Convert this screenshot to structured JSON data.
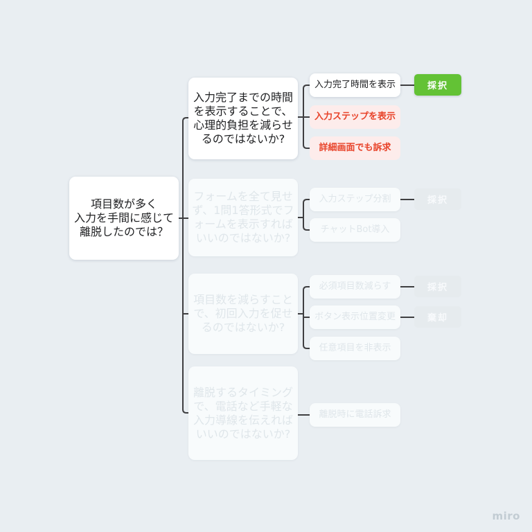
{
  "app": {
    "watermark": "miro"
  },
  "colors": {
    "background": "#e9eef2",
    "accent_green": "#63c235",
    "accent_red": "#e8432a",
    "highlight_red_bg": "#fdeceb",
    "connector": "#3e3e40",
    "faded_text": "#dfe6ea"
  },
  "root_node": {
    "label": "項目数が多く\n入力を手間に感じて\n離脱したのでは？"
  },
  "hypotheses": [
    {
      "label": "入力完了までの時間\nを表示することで、\n心理的負担を減らせ\nるのではないか?",
      "state": "active"
    },
    {
      "label": "フォームを全て見せ\nず、1問1答形式でフ\nォームを表示すれば\nいいのではないか?",
      "state": "faded"
    },
    {
      "label": "項目数を減らすこと\nで、初回入力を促せ\nるのではないか?",
      "state": "faded"
    },
    {
      "label": "離脱するタイミング\nで、電話など手軽な\n入力導線を伝えれば\nいいのではないか?",
      "state": "faded"
    }
  ],
  "solutions": [
    {
      "label": "入力完了時間を表示",
      "style": "neutral",
      "state": "active"
    },
    {
      "label": "入力ステップを表示",
      "style": "highlight-red",
      "state": "active"
    },
    {
      "label": "詳細画面でも訴求",
      "style": "highlight-red",
      "state": "active"
    },
    {
      "label": "入力ステップ分割",
      "style": "neutral",
      "state": "faded"
    },
    {
      "label": "チャットBot導入",
      "style": "neutral",
      "state": "faded"
    },
    {
      "label": "必須項目数減らす",
      "style": "neutral",
      "state": "faded"
    },
    {
      "label": "ボタン表示位置変更",
      "style": "neutral",
      "state": "faded"
    },
    {
      "label": "任意項目を非表示",
      "style": "neutral",
      "state": "faded"
    },
    {
      "label": "離脱時に電話訴求",
      "style": "neutral",
      "state": "faded"
    }
  ],
  "badges": [
    {
      "label": "採択",
      "state": "active"
    },
    {
      "label": "採択",
      "state": "faded"
    },
    {
      "label": "採択",
      "state": "faded"
    },
    {
      "label": "棄却",
      "state": "faded"
    }
  ]
}
